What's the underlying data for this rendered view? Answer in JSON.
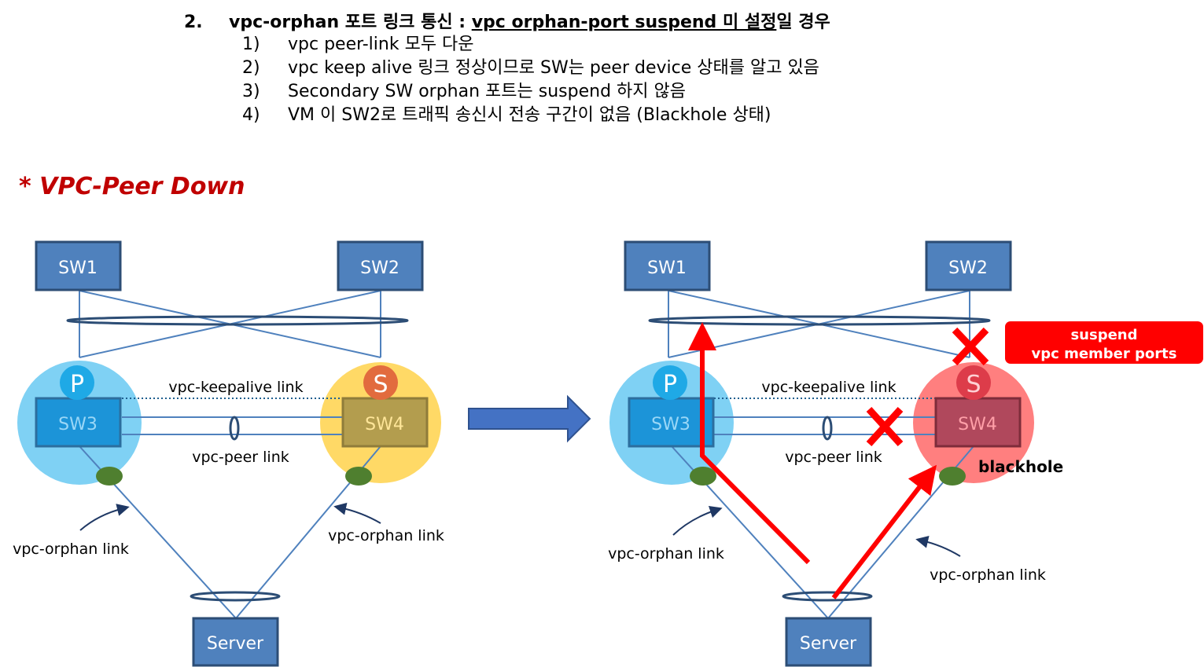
{
  "header": {
    "number": "2.",
    "title_bold": "vpc-orphan 포트 링크 통신 : ",
    "title_underline": "vpc orphan-port suspend 미 설정",
    "title_tail": "일 경우"
  },
  "steps": [
    {
      "num": "1)",
      "text": "vpc peer-link 모두 다운"
    },
    {
      "num": "2)",
      "text": "vpc keep alive 링크 정상이므로 SW는 peer device 상태를 알고 있음"
    },
    {
      "num": "3)",
      "text": "Secondary SW orphan 포트는 suspend 하지 않음"
    },
    {
      "num": "4)",
      "text": "VM 이 SW2로 트래픽 송신시 전송 구간이 없음 (Blackhole 상태)"
    }
  ],
  "subtitle": "* VPC-Peer Down",
  "diagram": {
    "switches": {
      "sw1": "SW1",
      "sw2": "SW2",
      "sw3": "SW3",
      "sw4": "SW4",
      "server": "Server"
    },
    "roles": {
      "primary": "P",
      "secondary": "S"
    },
    "links": {
      "keepalive": "vpc-keepalive link",
      "peer": "vpc-peer link",
      "orphan": "vpc-orphan link"
    },
    "annotations": {
      "suspend_line1": "suspend",
      "suspend_line2": "vpc member ports",
      "blackhole": "blackhole"
    },
    "colors": {
      "switch_fill": "#4f81bd",
      "switch_border": "#2c4d75",
      "primary_circle": "#7fd1f4",
      "secondary_circle": "#ffd966",
      "secondary_down_circle": "#ff7f7f",
      "traffic_arrow": "#ff0000",
      "orphan_port": "#4f7f2f",
      "subtitle": "#c00000"
    }
  }
}
